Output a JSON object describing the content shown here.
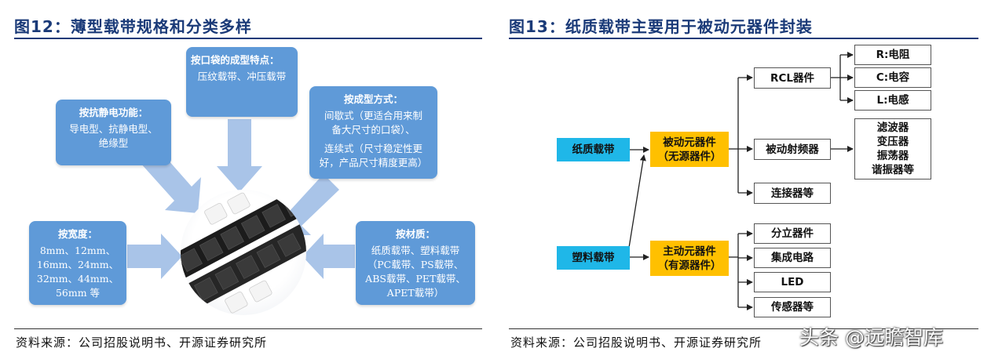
{
  "fig12": {
    "title": "图12：薄型载带规格和分类多样",
    "source": "资料来源：公司招股说明书、开源证券研究所",
    "boxes": {
      "pocket": {
        "heading": "按口袋的成型特点：",
        "lines": [
          "压纹载带、冲压载带"
        ]
      },
      "antistatic": {
        "heading": "按抗静电功能：",
        "lines": [
          "导电型、抗静电型、",
          "绝缘型"
        ]
      },
      "forming": {
        "heading": "按成型方式：",
        "lines": [
          "间歇式（更适合用来制",
          "备大尺寸的口袋）、",
          "连续式（尺寸稳定性更",
          "好，产品尺寸精度更高）"
        ]
      },
      "width": {
        "heading": "按宽度：",
        "lines": [
          "8mm、12mm、",
          "16mm、24mm、",
          "32mm、44mm、",
          "56mm 等"
        ]
      },
      "material": {
        "heading": "按材质：",
        "lines": [
          "纸质载带、塑料载带",
          "（PC载带、PS载带、",
          "ABS载带、PET载带、",
          "APET载带）"
        ]
      }
    }
  },
  "fig13": {
    "title": "图13：纸质载带主要用于被动元器件封装",
    "source": "资料来源：公司招股说明书、开源证券研究所",
    "paper": "纸质载带",
    "plastic": "塑料载带",
    "passive": {
      "line1": "被动元器件",
      "line2": "（无源器件）"
    },
    "active": {
      "line1": "主动元器件",
      "line2": "（有源器件）"
    },
    "rcl": "RCL器件",
    "rf": "被动射频器",
    "connector": "连接器等",
    "r": "R:电阻",
    "c": "C:电容",
    "l": "L:电感",
    "rf_items": [
      "滤波器",
      "变压器",
      "振荡器",
      "谐振器等"
    ],
    "discrete": "分立器件",
    "ic": "集成电路",
    "led": "LED",
    "sensor": "传感器等"
  },
  "watermark": "头条 @远瞻智库",
  "colors": {
    "title": "#1a3a78",
    "box_blue": "#5f9ad8",
    "arrow_blue": "#a9c4e8",
    "cyan": "#1fb7e8",
    "yellow": "#ffc000"
  }
}
